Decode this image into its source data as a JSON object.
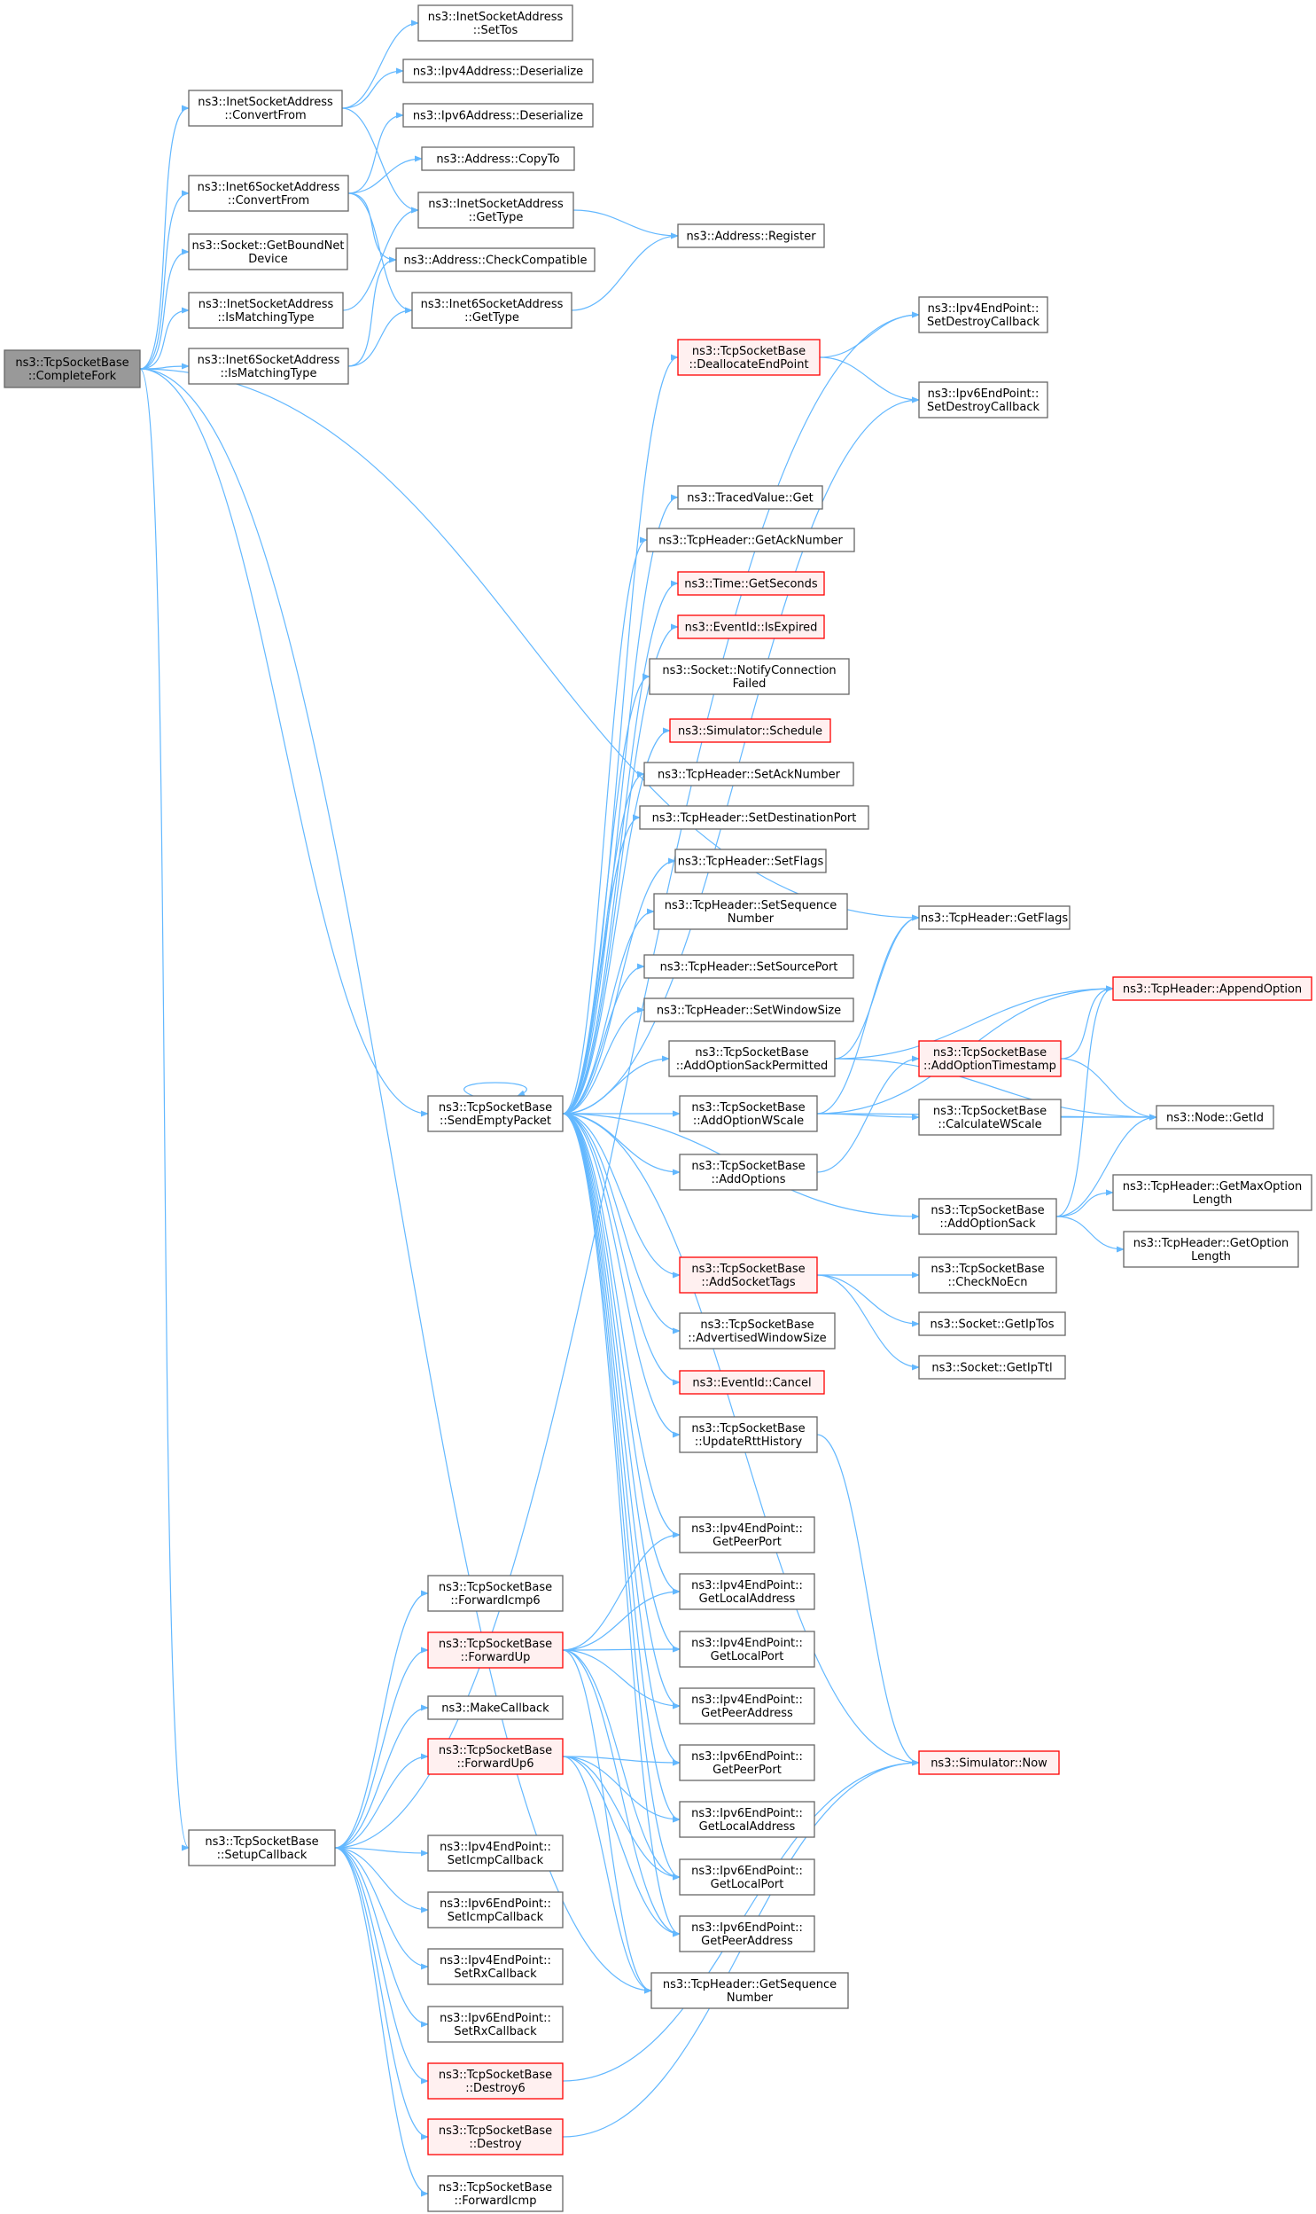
{
  "colors": {
    "edge": "#63b8ff",
    "border_normal": "#666666",
    "border_red": "#ff0000",
    "fill_normal": "#ffffff",
    "fill_red": "#fff0f0",
    "fill_root": "#999999"
  },
  "nodes": [
    {
      "id": "completefork",
      "lines": [
        "ns3::TcpSocketBase",
        "::CompleteFork"
      ],
      "style": "root"
    },
    {
      "id": "inet_convertfrom",
      "lines": [
        "ns3::InetSocketAddress",
        "::ConvertFrom"
      ],
      "style": "normal"
    },
    {
      "id": "inet6_convertfrom",
      "lines": [
        "ns3::Inet6SocketAddress",
        "::ConvertFrom"
      ],
      "style": "normal"
    },
    {
      "id": "getboundnetdevice",
      "lines": [
        "ns3::Socket::GetBoundNet",
        "Device"
      ],
      "style": "normal"
    },
    {
      "id": "inet_ismatching",
      "lines": [
        "ns3::InetSocketAddress",
        "::IsMatchingType"
      ],
      "style": "normal"
    },
    {
      "id": "inet6_ismatching",
      "lines": [
        "ns3::Inet6SocketAddress",
        "::IsMatchingType"
      ],
      "style": "normal"
    },
    {
      "id": "inet_settos",
      "lines": [
        "ns3::InetSocketAddress",
        "::SetTos"
      ],
      "style": "normal"
    },
    {
      "id": "ipv4_deserialize",
      "lines": [
        "ns3::Ipv4Address::Deserialize"
      ],
      "style": "normal"
    },
    {
      "id": "ipv6_deserialize",
      "lines": [
        "ns3::Ipv6Address::Deserialize"
      ],
      "style": "normal"
    },
    {
      "id": "address_copyto",
      "lines": [
        "ns3::Address::CopyTo"
      ],
      "style": "normal"
    },
    {
      "id": "inet_gettype",
      "lines": [
        "ns3::InetSocketAddress",
        "::GetType"
      ],
      "style": "normal"
    },
    {
      "id": "address_checkcompatible",
      "lines": [
        "ns3::Address::CheckCompatible"
      ],
      "style": "normal"
    },
    {
      "id": "inet6_gettype",
      "lines": [
        "ns3::Inet6SocketAddress",
        "::GetType"
      ],
      "style": "normal"
    },
    {
      "id": "address_register",
      "lines": [
        "ns3::Address::Register"
      ],
      "style": "normal"
    },
    {
      "id": "ipv4ep_setdestroy",
      "lines": [
        "ns3::Ipv4EndPoint::",
        "SetDestroyCallback"
      ],
      "style": "normal"
    },
    {
      "id": "ipv6ep_setdestroy",
      "lines": [
        "ns3::Ipv6EndPoint::",
        "SetDestroyCallback"
      ],
      "style": "normal"
    },
    {
      "id": "deallocateendpoint",
      "lines": [
        "ns3::TcpSocketBase",
        "::DeallocateEndPoint"
      ],
      "style": "red"
    },
    {
      "id": "tracedvalue_get",
      "lines": [
        "ns3::TracedValue::Get"
      ],
      "style": "normal"
    },
    {
      "id": "tcph_getacknumber",
      "lines": [
        "ns3::TcpHeader::GetAckNumber"
      ],
      "style": "normal"
    },
    {
      "id": "time_getseconds",
      "lines": [
        "ns3::Time::GetSeconds"
      ],
      "style": "red"
    },
    {
      "id": "eventid_isexpired",
      "lines": [
        "ns3::EventId::IsExpired"
      ],
      "style": "red"
    },
    {
      "id": "notifyconnectionfailed",
      "lines": [
        "ns3::Socket::NotifyConnection",
        "Failed"
      ],
      "style": "normal"
    },
    {
      "id": "simulator_schedule",
      "lines": [
        "ns3::Simulator::Schedule"
      ],
      "style": "red"
    },
    {
      "id": "tcph_setacknumber",
      "lines": [
        "ns3::TcpHeader::SetAckNumber"
      ],
      "style": "normal"
    },
    {
      "id": "tcph_setdestport",
      "lines": [
        "ns3::TcpHeader::SetDestinationPort"
      ],
      "style": "normal"
    },
    {
      "id": "tcph_setflags",
      "lines": [
        "ns3::TcpHeader::SetFlags"
      ],
      "style": "normal"
    },
    {
      "id": "tcph_setseqnumber",
      "lines": [
        "ns3::TcpHeader::SetSequence",
        "Number"
      ],
      "style": "normal"
    },
    {
      "id": "tcph_setsourceport",
      "lines": [
        "ns3::TcpHeader::SetSourcePort"
      ],
      "style": "normal"
    },
    {
      "id": "tcph_setwindowsize",
      "lines": [
        "ns3::TcpHeader::SetWindowSize"
      ],
      "style": "normal"
    },
    {
      "id": "addoptionsackpermitted",
      "lines": [
        "ns3::TcpSocketBase",
        "::AddOptionSackPermitted"
      ],
      "style": "normal"
    },
    {
      "id": "sendemptypacket",
      "lines": [
        "ns3::TcpSocketBase",
        "::SendEmptyPacket"
      ],
      "style": "normal"
    },
    {
      "id": "addoptionwscale",
      "lines": [
        "ns3::TcpSocketBase",
        "::AddOptionWScale"
      ],
      "style": "normal"
    },
    {
      "id": "addoptions",
      "lines": [
        "ns3::TcpSocketBase",
        "::AddOptions"
      ],
      "style": "normal"
    },
    {
      "id": "tcph_getflags",
      "lines": [
        "ns3::TcpHeader::GetFlags"
      ],
      "style": "normal"
    },
    {
      "id": "addoptiontimestamp",
      "lines": [
        "ns3::TcpSocketBase",
        "::AddOptionTimestamp"
      ],
      "style": "red"
    },
    {
      "id": "tcph_appendoption",
      "lines": [
        "ns3::TcpHeader::AppendOption"
      ],
      "style": "red"
    },
    {
      "id": "calculatewscale",
      "lines": [
        "ns3::TcpSocketBase",
        "::CalculateWScale"
      ],
      "style": "normal"
    },
    {
      "id": "node_getid",
      "lines": [
        "ns3::Node::GetId"
      ],
      "style": "normal"
    },
    {
      "id": "addoptionsack",
      "lines": [
        "ns3::TcpSocketBase",
        "::AddOptionSack"
      ],
      "style": "normal"
    },
    {
      "id": "tcph_getmaxoptionlength",
      "lines": [
        "ns3::TcpHeader::GetMaxOption",
        "Length"
      ],
      "style": "normal"
    },
    {
      "id": "tcph_getoptionlength",
      "lines": [
        "ns3::TcpHeader::GetOption",
        "Length"
      ],
      "style": "normal"
    },
    {
      "id": "addsockettags",
      "lines": [
        "ns3::TcpSocketBase",
        "::AddSocketTags"
      ],
      "style": "red"
    },
    {
      "id": "checknoecn",
      "lines": [
        "ns3::TcpSocketBase",
        "::CheckNoEcn"
      ],
      "style": "normal"
    },
    {
      "id": "socket_getiptos",
      "lines": [
        "ns3::Socket::GetIpTos"
      ],
      "style": "normal"
    },
    {
      "id": "socket_getipttl",
      "lines": [
        "ns3::Socket::GetIpTtl"
      ],
      "style": "normal"
    },
    {
      "id": "advertisedwindowsize",
      "lines": [
        "ns3::TcpSocketBase",
        "::AdvertisedWindowSize"
      ],
      "style": "normal"
    },
    {
      "id": "eventid_cancel",
      "lines": [
        "ns3::EventId::Cancel"
      ],
      "style": "red"
    },
    {
      "id": "updatertthistory",
      "lines": [
        "ns3::TcpSocketBase",
        "::UpdateRttHistory"
      ],
      "style": "normal"
    },
    {
      "id": "ipv4ep_getpeerport",
      "lines": [
        "ns3::Ipv4EndPoint::",
        "GetPeerPort"
      ],
      "style": "normal"
    },
    {
      "id": "ipv4ep_getlocaladdress",
      "lines": [
        "ns3::Ipv4EndPoint::",
        "GetLocalAddress"
      ],
      "style": "normal"
    },
    {
      "id": "ipv4ep_getlocalport",
      "lines": [
        "ns3::Ipv4EndPoint::",
        "GetLocalPort"
      ],
      "style": "normal"
    },
    {
      "id": "ipv4ep_getpeeraddress",
      "lines": [
        "ns3::Ipv4EndPoint::",
        "GetPeerAddress"
      ],
      "style": "normal"
    },
    {
      "id": "ipv6ep_getpeerport",
      "lines": [
        "ns3::Ipv6EndPoint::",
        "GetPeerPort"
      ],
      "style": "normal"
    },
    {
      "id": "ipv6ep_getlocaladdress",
      "lines": [
        "ns3::Ipv6EndPoint::",
        "GetLocalAddress"
      ],
      "style": "normal"
    },
    {
      "id": "ipv6ep_getlocalport",
      "lines": [
        "ns3::Ipv6EndPoint::",
        "GetLocalPort"
      ],
      "style": "normal"
    },
    {
      "id": "ipv6ep_getpeeraddress",
      "lines": [
        "ns3::Ipv6EndPoint::",
        "GetPeerAddress"
      ],
      "style": "normal"
    },
    {
      "id": "tcph_getseqnumber",
      "lines": [
        "ns3::TcpHeader::GetSequence",
        "Number"
      ],
      "style": "normal"
    },
    {
      "id": "simulator_now",
      "lines": [
        "ns3::Simulator::Now"
      ],
      "style": "red"
    },
    {
      "id": "forwardicmp6",
      "lines": [
        "ns3::TcpSocketBase",
        "::ForwardIcmp6"
      ],
      "style": "normal"
    },
    {
      "id": "forwardup",
      "lines": [
        "ns3::TcpSocketBase",
        "::ForwardUp"
      ],
      "style": "red"
    },
    {
      "id": "makecallback",
      "lines": [
        "ns3::MakeCallback"
      ],
      "style": "normal"
    },
    {
      "id": "forwardup6",
      "lines": [
        "ns3::TcpSocketBase",
        "::ForwardUp6"
      ],
      "style": "red"
    },
    {
      "id": "setupcallback",
      "lines": [
        "ns3::TcpSocketBase",
        "::SetupCallback"
      ],
      "style": "normal"
    },
    {
      "id": "ipv4ep_seticmp",
      "lines": [
        "ns3::Ipv4EndPoint::",
        "SetIcmpCallback"
      ],
      "style": "normal"
    },
    {
      "id": "ipv6ep_seticmp",
      "lines": [
        "ns3::Ipv6EndPoint::",
        "SetIcmpCallback"
      ],
      "style": "normal"
    },
    {
      "id": "ipv4ep_setrx",
      "lines": [
        "ns3::Ipv4EndPoint::",
        "SetRxCallback"
      ],
      "style": "normal"
    },
    {
      "id": "ipv6ep_setrx",
      "lines": [
        "ns3::Ipv6EndPoint::",
        "SetRxCallback"
      ],
      "style": "normal"
    },
    {
      "id": "destroy6",
      "lines": [
        "ns3::TcpSocketBase",
        "::Destroy6"
      ],
      "style": "red"
    },
    {
      "id": "destroy",
      "lines": [
        "ns3::TcpSocketBase",
        "::Destroy"
      ],
      "style": "red"
    },
    {
      "id": "forwardicmp",
      "lines": [
        "ns3::TcpSocketBase",
        "::ForwardIcmp"
      ],
      "style": "normal"
    }
  ],
  "edges": [
    [
      "completefork",
      "inet_convertfrom"
    ],
    [
      "completefork",
      "inet6_convertfrom"
    ],
    [
      "completefork",
      "getboundnetdevice"
    ],
    [
      "completefork",
      "inet_ismatching"
    ],
    [
      "completefork",
      "inet6_ismatching"
    ],
    [
      "completefork",
      "tcph_getflags"
    ],
    [
      "completefork",
      "sendemptypacket"
    ],
    [
      "completefork",
      "tcph_getseqnumber"
    ],
    [
      "completefork",
      "setupcallback"
    ],
    [
      "inet_convertfrom",
      "inet_settos"
    ],
    [
      "inet_convertfrom",
      "ipv4_deserialize"
    ],
    [
      "inet_convertfrom",
      "inet_gettype"
    ],
    [
      "inet6_convertfrom",
      "ipv6_deserialize"
    ],
    [
      "inet6_convertfrom",
      "address_copyto"
    ],
    [
      "inet6_convertfrom",
      "address_checkcompatible"
    ],
    [
      "inet6_convertfrom",
      "inet6_gettype"
    ],
    [
      "inet_ismatching",
      "inet_gettype"
    ],
    [
      "inet6_ismatching",
      "address_checkcompatible"
    ],
    [
      "inet6_ismatching",
      "inet6_gettype"
    ],
    [
      "inet_gettype",
      "address_register"
    ],
    [
      "inet6_gettype",
      "address_register"
    ],
    [
      "deallocateendpoint",
      "ipv4ep_setdestroy"
    ],
    [
      "deallocateendpoint",
      "ipv6ep_setdestroy"
    ],
    [
      "sendemptypacket",
      "deallocateendpoint"
    ],
    [
      "sendemptypacket",
      "ipv6ep_setdestroy"
    ],
    [
      "sendemptypacket",
      "tracedvalue_get"
    ],
    [
      "sendemptypacket",
      "tcph_getacknumber"
    ],
    [
      "sendemptypacket",
      "time_getseconds"
    ],
    [
      "sendemptypacket",
      "eventid_isexpired"
    ],
    [
      "sendemptypacket",
      "notifyconnectionfailed"
    ],
    [
      "sendemptypacket",
      "simulator_schedule"
    ],
    [
      "sendemptypacket",
      "tcph_setacknumber"
    ],
    [
      "sendemptypacket",
      "tcph_setdestport"
    ],
    [
      "sendemptypacket",
      "tcph_setflags"
    ],
    [
      "sendemptypacket",
      "tcph_setseqnumber"
    ],
    [
      "sendemptypacket",
      "tcph_setsourceport"
    ],
    [
      "sendemptypacket",
      "tcph_setwindowsize"
    ],
    [
      "sendemptypacket",
      "addoptionsackpermitted"
    ],
    [
      "sendemptypacket",
      "addoptionwscale"
    ],
    [
      "sendemptypacket",
      "addoptions"
    ],
    [
      "sendemptypacket",
      "addoptionsack"
    ],
    [
      "sendemptypacket",
      "addsockettags"
    ],
    [
      "sendemptypacket",
      "advertisedwindowsize"
    ],
    [
      "sendemptypacket",
      "eventid_cancel"
    ],
    [
      "sendemptypacket",
      "updatertthistory"
    ],
    [
      "sendemptypacket",
      "simulator_now"
    ],
    [
      "sendemptypacket",
      "ipv4ep_getpeerport"
    ],
    [
      "sendemptypacket",
      "ipv4ep_getlocaladdress"
    ],
    [
      "sendemptypacket",
      "ipv4ep_getlocalport"
    ],
    [
      "sendemptypacket",
      "ipv4ep_getpeeraddress"
    ],
    [
      "sendemptypacket",
      "ipv6ep_getpeerport"
    ],
    [
      "sendemptypacket",
      "ipv6ep_getlocaladdress"
    ],
    [
      "sendemptypacket",
      "ipv6ep_getlocalport"
    ],
    [
      "sendemptypacket",
      "ipv6ep_getpeeraddress"
    ],
    [
      "sendemptypacket",
      "sendemptypacket"
    ],
    [
      "addoptionsackpermitted",
      "tcph_getflags"
    ],
    [
      "addoptionsackpermitted",
      "tcph_appendoption"
    ],
    [
      "addoptionsackpermitted",
      "node_getid"
    ],
    [
      "addoptionwscale",
      "tcph_getflags"
    ],
    [
      "addoptionwscale",
      "tcph_appendoption"
    ],
    [
      "addoptionwscale",
      "calculatewscale"
    ],
    [
      "addoptionwscale",
      "node_getid"
    ],
    [
      "addoptions",
      "addoptiontimestamp"
    ],
    [
      "addoptiontimestamp",
      "tcph_appendoption"
    ],
    [
      "addoptiontimestamp",
      "node_getid"
    ],
    [
      "calculatewscale",
      "node_getid"
    ],
    [
      "addoptionsack",
      "tcph_appendoption"
    ],
    [
      "addoptionsack",
      "node_getid"
    ],
    [
      "addoptionsack",
      "tcph_getmaxoptionlength"
    ],
    [
      "addoptionsack",
      "tcph_getoptionlength"
    ],
    [
      "addsockettags",
      "checknoecn"
    ],
    [
      "addsockettags",
      "socket_getiptos"
    ],
    [
      "addsockettags",
      "socket_getipttl"
    ],
    [
      "updatertthistory",
      "simulator_now"
    ],
    [
      "setupcallback",
      "ipv4ep_setdestroy"
    ],
    [
      "setupcallback",
      "forwardicmp6"
    ],
    [
      "setupcallback",
      "forwardup"
    ],
    [
      "setupcallback",
      "makecallback"
    ],
    [
      "setupcallback",
      "forwardup6"
    ],
    [
      "setupcallback",
      "ipv4ep_seticmp"
    ],
    [
      "setupcallback",
      "ipv6ep_seticmp"
    ],
    [
      "setupcallback",
      "ipv4ep_setrx"
    ],
    [
      "setupcallback",
      "ipv6ep_setrx"
    ],
    [
      "setupcallback",
      "destroy6"
    ],
    [
      "setupcallback",
      "destroy"
    ],
    [
      "setupcallback",
      "forwardicmp"
    ],
    [
      "forwardup",
      "ipv4ep_getpeerport"
    ],
    [
      "forwardup",
      "ipv4ep_getlocaladdress"
    ],
    [
      "forwardup",
      "ipv4ep_getlocalport"
    ],
    [
      "forwardup",
      "ipv4ep_getpeeraddress"
    ],
    [
      "forwardup",
      "ipv6ep_getlocalport"
    ],
    [
      "forwardup",
      "ipv6ep_getpeeraddress"
    ],
    [
      "forwardup",
      "tcph_getseqnumber"
    ],
    [
      "forwardup6",
      "ipv6ep_getpeerport"
    ],
    [
      "forwardup6",
      "ipv6ep_getlocaladdress"
    ],
    [
      "forwardup6",
      "ipv6ep_getlocalport"
    ],
    [
      "forwardup6",
      "ipv6ep_getpeeraddress"
    ],
    [
      "forwardup6",
      "tcph_getseqnumber"
    ],
    [
      "destroy6",
      "simulator_now"
    ],
    [
      "destroy",
      "simulator_now"
    ]
  ]
}
